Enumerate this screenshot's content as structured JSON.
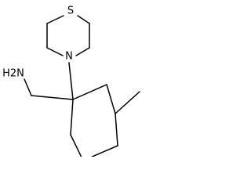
{
  "molecule": {
    "atom_labels": {
      "sulfur": "S",
      "nitrogen": "N",
      "amine": "H2N"
    },
    "bond_color": "#000000",
    "background": "#ffffff"
  }
}
